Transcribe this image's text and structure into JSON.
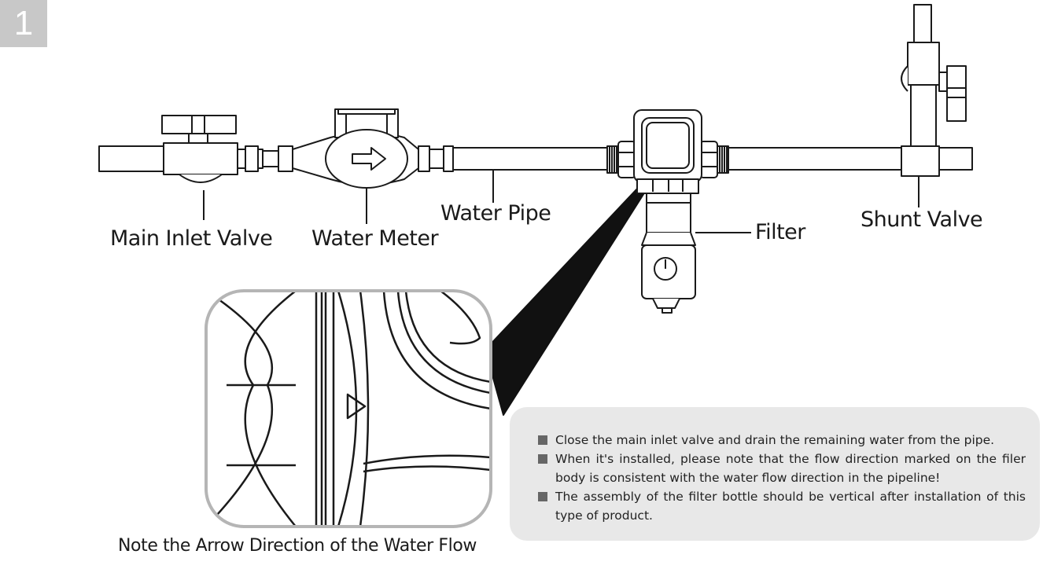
{
  "step": "1",
  "labels": {
    "main_inlet_valve": "Main Inlet Valve",
    "water_meter": "Water Meter",
    "water_pipe": "Water Pipe",
    "filter": "Filter",
    "shunt_valve": "Shunt Valve"
  },
  "caption": "Note the Arrow Direction of the Water Flow",
  "notes": [
    "Close the main inlet valve and drain the remaining water from the pipe.",
    "When it's installed, please note that the flow direction marked on the filer body is consistent with the water flow direction in the pipeline!",
    "The assembly of the filter bottle should be vertical after installation of this type of product."
  ],
  "colors": {
    "line": "#1a1a1a",
    "badge": "#c8c8c8",
    "note_bg": "#e8e8e8",
    "bullet": "#666666"
  }
}
